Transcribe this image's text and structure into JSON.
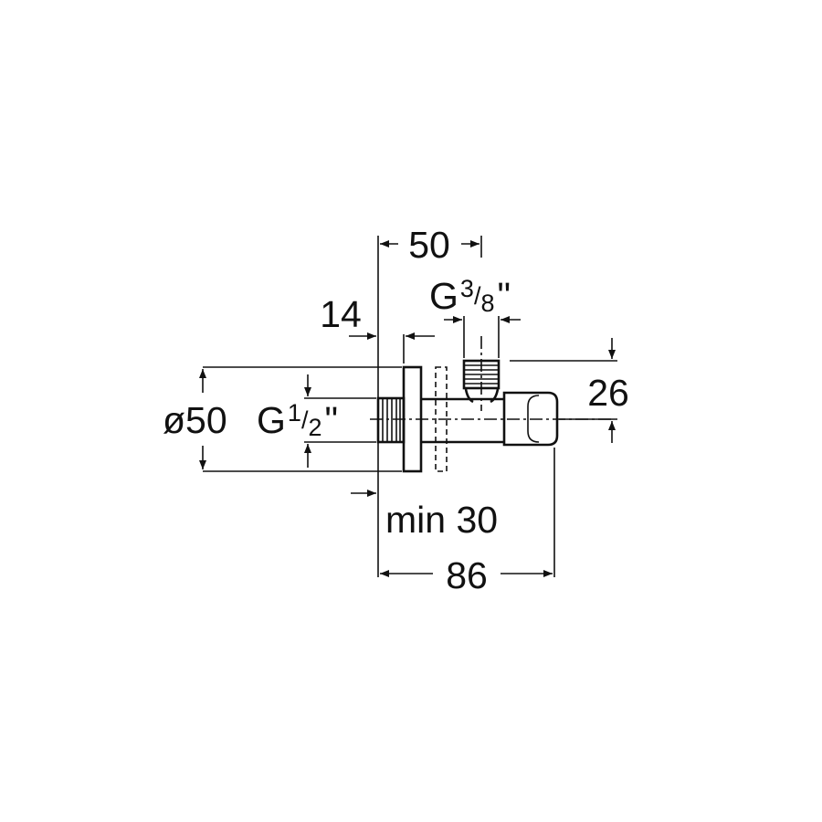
{
  "dimensions": {
    "top_width": "50",
    "flange_depth": "14",
    "outlet_thread": {
      "prefix": "G",
      "num": "3",
      "den": "8",
      "suffix": "\""
    },
    "height_offset": "26",
    "inlet": {
      "diameter": "ø50",
      "prefix": "G",
      "num": "1",
      "den": "2",
      "suffix": "\""
    },
    "min_clearance": "min 30",
    "total_length": "86"
  }
}
